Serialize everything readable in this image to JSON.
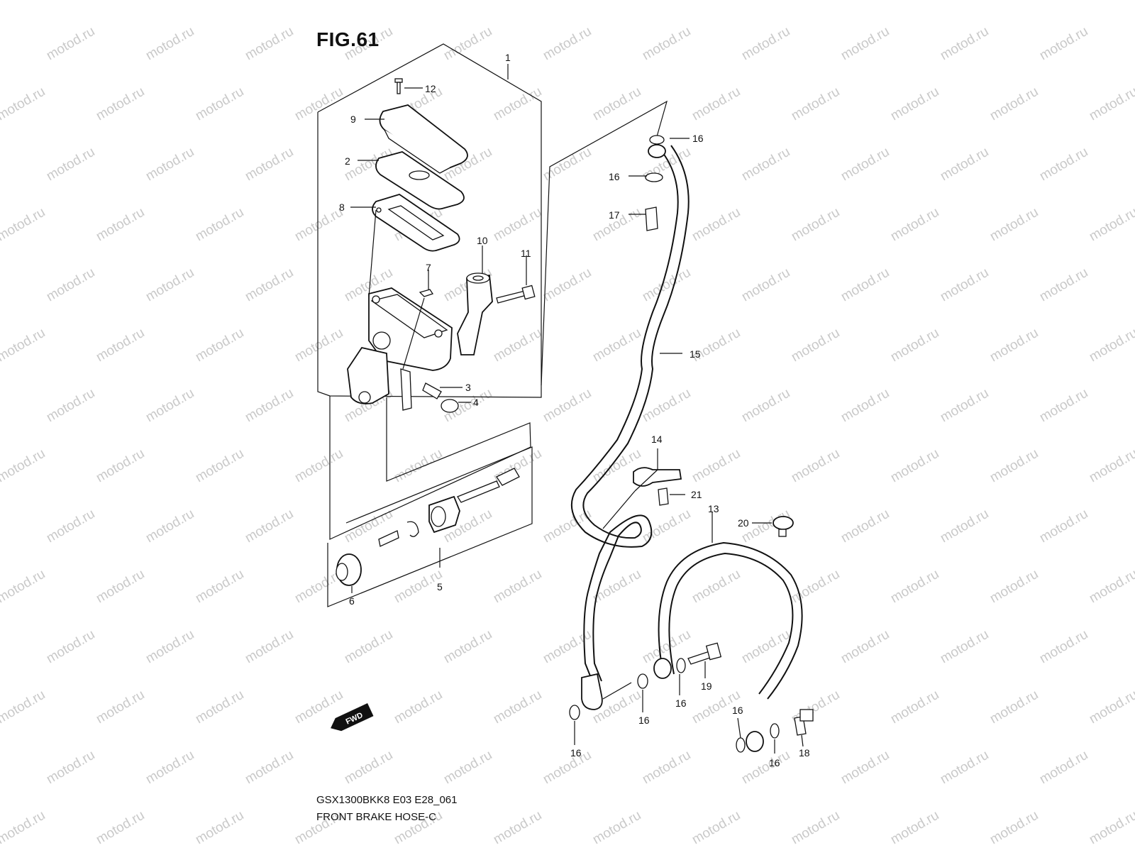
{
  "figure": {
    "title": "FIG.61",
    "footer_code": "GSX1300BKK8 E03 E28_061",
    "footer_name": "FRONT BRAKE HOSE-C",
    "watermark": "motod.ru",
    "fwd_label": "FWD"
  },
  "callouts": [
    "1",
    "2",
    "3",
    "4",
    "5",
    "6",
    "7",
    "8",
    "9",
    "10",
    "11",
    "12",
    "13",
    "14",
    "15",
    "16",
    "17",
    "18",
    "19",
    "20",
    "21"
  ]
}
